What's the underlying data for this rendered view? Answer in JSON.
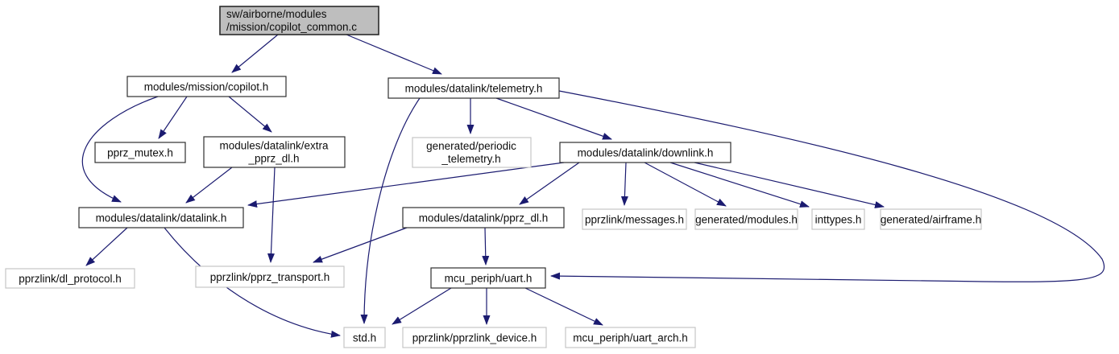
{
  "diagram": {
    "kind": "include-dependency-graph",
    "colors": {
      "edge": "#1b1b70",
      "documented_border": "#2f2f2f",
      "external_border": "#c6c6c6",
      "root_fill": "#bebebe",
      "node_fill": "#ffffff",
      "text": "#0d0d0d"
    },
    "nodes": {
      "copilot_common": {
        "line1": "sw/airborne/modules",
        "line2": "/mission/copilot_common.c"
      },
      "copilot": {
        "label": "modules/mission/copilot.h"
      },
      "telemetry": {
        "label": "modules/datalink/telemetry.h"
      },
      "pprz_mutex": {
        "label": "pprz_mutex.h"
      },
      "extra_pprz_dl": {
        "line1": "modules/datalink/extra",
        "line2": "_pprz_dl.h"
      },
      "periodic_telemetry": {
        "line1": "generated/periodic",
        "line2": "_telemetry.h"
      },
      "downlink": {
        "label": "modules/datalink/downlink.h"
      },
      "datalink": {
        "label": "modules/datalink/datalink.h"
      },
      "pprz_dl": {
        "label": "modules/datalink/pprz_dl.h"
      },
      "messages": {
        "label": "pprzlink/messages.h"
      },
      "gen_modules": {
        "label": "generated/modules.h"
      },
      "inttypes": {
        "label": "inttypes.h"
      },
      "airframe": {
        "label": "generated/airframe.h"
      },
      "dl_protocol": {
        "label": "pprzlink/dl_protocol.h"
      },
      "pprz_transport": {
        "label": "pprzlink/pprz_transport.h"
      },
      "uart": {
        "label": "mcu_periph/uart.h"
      },
      "std": {
        "label": "std.h"
      },
      "pprzlink_device": {
        "label": "pprzlink/pprzlink_device.h"
      },
      "uart_arch": {
        "label": "mcu_periph/uart_arch.h"
      }
    },
    "edges": [
      {
        "from": "copilot_common",
        "to": "copilot"
      },
      {
        "from": "copilot_common",
        "to": "telemetry"
      },
      {
        "from": "copilot",
        "to": "pprz_mutex"
      },
      {
        "from": "copilot",
        "to": "extra_pprz_dl"
      },
      {
        "from": "copilot",
        "to": "datalink"
      },
      {
        "from": "extra_pprz_dl",
        "to": "datalink"
      },
      {
        "from": "extra_pprz_dl",
        "to": "pprz_transport"
      },
      {
        "from": "telemetry",
        "to": "periodic_telemetry"
      },
      {
        "from": "telemetry",
        "to": "downlink"
      },
      {
        "from": "telemetry",
        "to": "std"
      },
      {
        "from": "telemetry",
        "to": "uart"
      },
      {
        "from": "downlink",
        "to": "datalink"
      },
      {
        "from": "downlink",
        "to": "pprz_dl"
      },
      {
        "from": "downlink",
        "to": "messages"
      },
      {
        "from": "downlink",
        "to": "gen_modules"
      },
      {
        "from": "downlink",
        "to": "inttypes"
      },
      {
        "from": "downlink",
        "to": "airframe"
      },
      {
        "from": "datalink",
        "to": "dl_protocol"
      },
      {
        "from": "datalink",
        "to": "std"
      },
      {
        "from": "pprz_dl",
        "to": "pprz_transport"
      },
      {
        "from": "pprz_dl",
        "to": "uart"
      },
      {
        "from": "uart",
        "to": "std"
      },
      {
        "from": "uart",
        "to": "pprzlink_device"
      },
      {
        "from": "uart",
        "to": "uart_arch"
      }
    ]
  }
}
